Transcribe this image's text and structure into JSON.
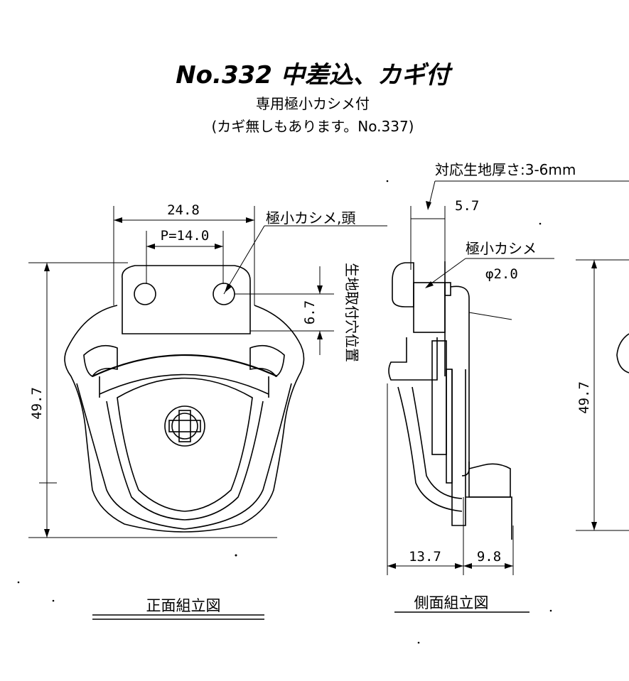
{
  "header": {
    "title": "No.332 中差込、カギ付",
    "subtitle": "専用極小カシメ付",
    "note": "(カギ無しもあります。No.337)"
  },
  "annotations": {
    "thickness": "対応生地厚さ:3-6mm",
    "rivet_head": "極小カシメ,頭",
    "rivet": "極小カシメ",
    "rivet_dia": "φ2.0",
    "hole_position": "生地取付穴位置"
  },
  "dimensions": {
    "width": "24.8",
    "pitch": "P=14.0",
    "hole_offset": "6.7",
    "height_front": "49.7",
    "height_back": "49.7",
    "top_side": "5.7",
    "side_depth": "13.7",
    "side_back": "9.8"
  },
  "captions": {
    "front": "正面組立図",
    "side": "側面組立図"
  }
}
